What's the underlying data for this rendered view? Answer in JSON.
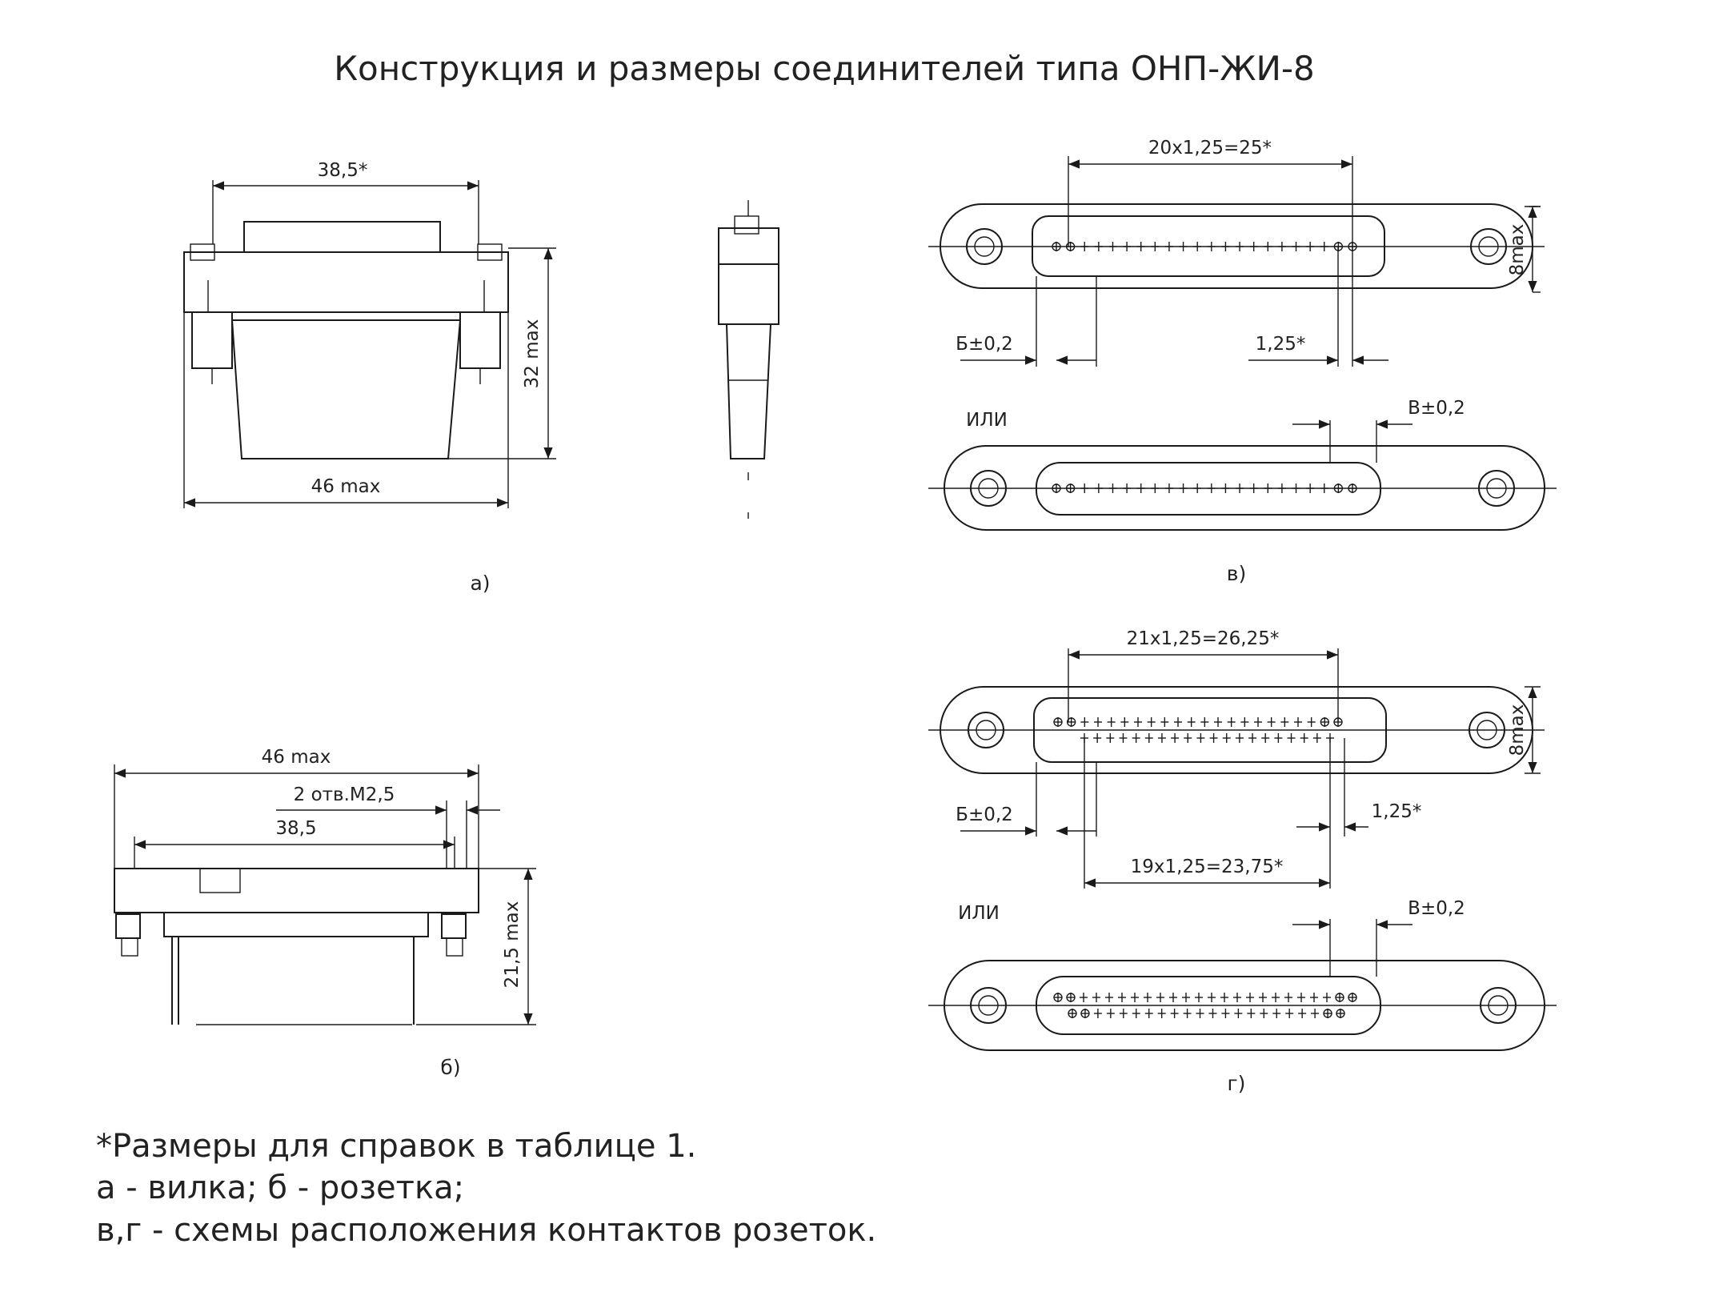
{
  "title": "Конструкция и размеры соединителей типа ОНП-ЖИ-8",
  "figures": {
    "a": {
      "caption": "а)",
      "dim_top": "38,5*",
      "dim_height": "32 max",
      "dim_width": "46 max"
    },
    "b": {
      "caption": "б)",
      "dim_width": "46 max",
      "dim_holes": "2  отв.М2,5",
      "dim_pitch": "38,5",
      "dim_height": "21,5 max"
    },
    "v": {
      "caption": "в)",
      "dim_row": "20x1,25=25*",
      "dim_height": "8max",
      "dim_b": "Б±0,2",
      "dim_pitch": "1,25*",
      "or_label": "ИЛИ",
      "dim_v": "В±0,2"
    },
    "g": {
      "caption": "г)",
      "dim_row_top": "21x1,25=26,25*",
      "dim_height": "8max",
      "dim_b": "Б±0,2",
      "dim_pitch": "1,25*",
      "dim_row_bottom": "19x1,25=23,75*",
      "or_label": "ИЛИ",
      "dim_v": "В±0,2"
    }
  },
  "notes": [
    "*Размеры для справок в таблице 1.",
    "а - вилка; б - розетка;",
    "в,г - схемы расположения контактов розеток."
  ]
}
